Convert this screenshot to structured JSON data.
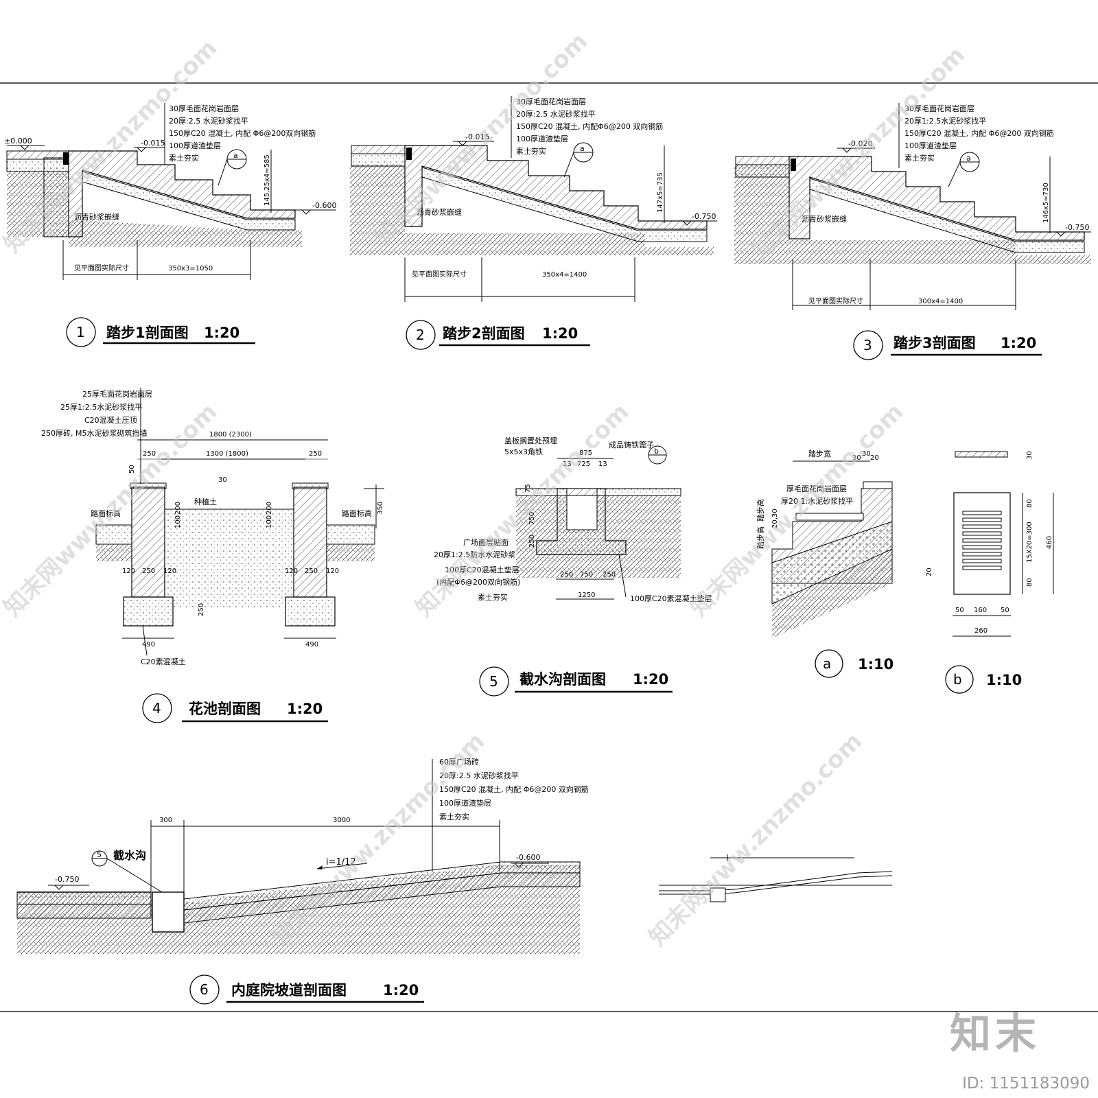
{
  "section1": {
    "elev_top": "±0.000",
    "elev_mid": "-0.015",
    "elev_bottom": "-0.600",
    "notes": [
      "30厚毛面花岗岩面层",
      "20厚:2.5 水泥砂浆找平",
      "150厚C20 混凝土, 内配 Φ6@200双向钢筋",
      "100厚道渣垫层",
      "素土夯实"
    ],
    "joint": "沥青砂浆嵌缝",
    "vdim": "145.25x4=585",
    "dim_left": "见平面图实际尺寸",
    "dim_right": "350x3=1050",
    "detail_ref": "a",
    "number": "1",
    "title": "踏步1剖面图",
    "scale": "1:20"
  },
  "section2": {
    "elev_mid": "-0.015",
    "elev_bottom": "-0.750",
    "notes": [
      "30厚毛面花岗岩面层",
      "20厚:2.5 水泥砂浆找平",
      "150厚C20 混凝土, 内配Φ6@200 双向钢筋",
      "100厚道渣垫层",
      "素土夯实"
    ],
    "joint": "沥青砂浆嵌缝",
    "vdim": "147x5=735",
    "dim_left": "见平面图实际尺寸",
    "dim_right": "350x4=1400",
    "detail_ref": "a",
    "number": "2",
    "title": "踏步2剖面图",
    "scale": "1:20"
  },
  "section3": {
    "elev_mid": "-0.020",
    "elev_bottom": "-0.750",
    "notes": [
      "30厚毛面花岗岩面层",
      "20厚1:2.5水泥砂浆找平",
      "150厚C20 混凝土, 内配 Φ6@200 双向钢筋",
      "100厚道渣垫层",
      "素土夯实"
    ],
    "joint": "沥青砂浆嵌缝",
    "vdim": "146x5=730",
    "dim_left": "见平面图实际尺寸",
    "dim_right": "300x4=1400",
    "detail_ref": "a",
    "number": "3",
    "title": "踏步3剖面图",
    "scale": "1:20"
  },
  "section4": {
    "notes": [
      "25厚毛面花岗岩面层",
      "25厚1:2.5水泥砂浆找平",
      "C20混凝土压顶",
      "250厚砖, M5水泥砂浆砌筑挡墙"
    ],
    "dim_total": "1800 (2300)",
    "dim_inner": "1300 (1800)",
    "dim_250a": "250",
    "dim_250b": "250",
    "dim_50": "50",
    "dim_30": "30",
    "dim_200": "200",
    "dim_100": "100",
    "dim_350": "350",
    "dim_120": "120",
    "dim_250c": "250",
    "dim_250v": "250",
    "dim_490": "490",
    "soil": "种植土",
    "road_level": "路面标高",
    "concrete": "C20素混凝土",
    "number": "4",
    "title": "花池剖面图",
    "scale": "1:20"
  },
  "section5": {
    "notes_top": [
      "盖板搁置处预埋",
      "5x5x3角铁"
    ],
    "grate": "成品铸铁篦子",
    "detail_ref": "b",
    "dims_top": [
      "875",
      "13",
      "725",
      "13"
    ],
    "dim_75": "75",
    "dim_750v": "750",
    "dim_250v": "250",
    "dims_bottom": [
      "250",
      "750",
      "250"
    ],
    "dim_total": "1250",
    "notes_left": [
      "广场面层贴面",
      "20厚1:2.5防水水泥砂浆",
      "100厚C20混凝土垫层",
      "(内配Φ6@200双向钢筋)",
      "素土夯实"
    ],
    "note_right": "100厚C20素混凝土垫层",
    "number": "5",
    "title": "截水沟剖面图",
    "scale": "1:20"
  },
  "detail_a": {
    "step_width": "踏步宽",
    "step_height": "踏步高",
    "dims": [
      "30",
      "30",
      "20"
    ],
    "notes": [
      "厚毛面花岗岩面层",
      "厚20 1:水泥砂浆找平"
    ],
    "dim_v": "20,30",
    "label": "a",
    "scale": "1:10"
  },
  "detail_b": {
    "dims_v": [
      "80",
      "15X20=300",
      "80",
      "460"
    ],
    "dim_left": "20",
    "dims_h": [
      "50",
      "160",
      "50"
    ],
    "dim_total": "260",
    "dim_top": "30",
    "label": "b",
    "scale": "1:10"
  },
  "section6": {
    "notes": [
      "60厚广场砖",
      "20厚:2.5 水泥砂浆找平",
      "150厚C20 混凝土, 内配 Φ6@200 双向钢筋",
      "100厚道渣垫层",
      "素土夯实"
    ],
    "dim_300": "300",
    "dim_3000": "3000",
    "ditch_ref": "5",
    "ditch": "截水沟",
    "slope": "i=1/12",
    "elev_left": "-0.750",
    "elev_right": "-0.600",
    "number": "6",
    "title": "内庭院坡道剖面图",
    "scale": "1:20"
  },
  "watermark": "知末网www.znzmo.com",
  "brand": "知末",
  "id_text": "ID: 1151183090"
}
